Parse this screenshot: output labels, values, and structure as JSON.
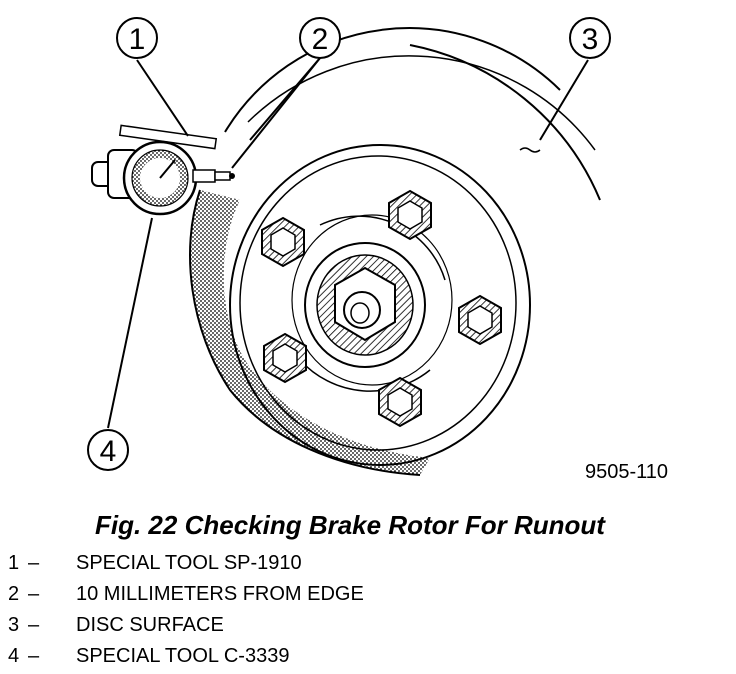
{
  "figure": {
    "callouts": [
      "1",
      "2",
      "3",
      "4"
    ],
    "id_code": "9505-110"
  },
  "caption": "Fig. 22 Checking Brake Rotor For Runout",
  "legend": [
    {
      "num": "1",
      "dash": "–",
      "text": "SPECIAL TOOL SP-1910"
    },
    {
      "num": "2",
      "dash": "–",
      "text": "10 MILLIMETERS FROM EDGE"
    },
    {
      "num": "3",
      "dash": "–",
      "text": "DISC SURFACE"
    },
    {
      "num": "4",
      "dash": "–",
      "text": "SPECIAL TOOL C-3339"
    }
  ],
  "colors": {
    "ink": "#000000",
    "paper": "#ffffff",
    "shade": "#bdbdbd"
  }
}
